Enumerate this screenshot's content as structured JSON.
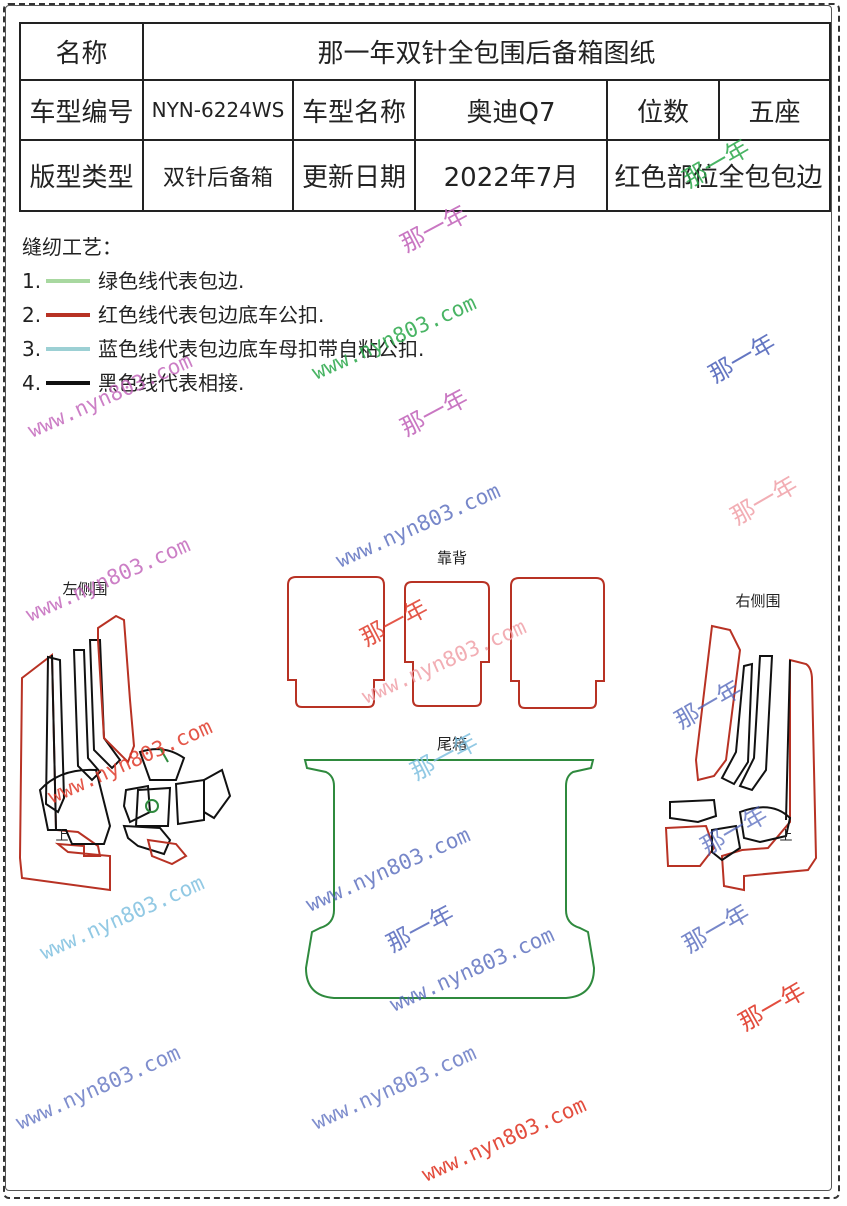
{
  "spec_table": {
    "name_label": "名称",
    "name_value": "那一年双针全包围后备箱图纸",
    "model_code_label": "车型编号",
    "model_code_value": "NYN-6224WS",
    "model_name_label": "车型名称",
    "model_name_value": "奥迪Q7",
    "seats_label": "位数",
    "seats_value": "五座",
    "pattern_type_label": "版型类型",
    "pattern_type_value": "双针后备箱",
    "update_date_label": "更新日期",
    "update_date_value": "2022年7月",
    "color_note": "红色部位全包包边"
  },
  "sewing": {
    "title": "缝纫工艺：",
    "items": [
      {
        "num": "1.",
        "color": "#a8d8a0",
        "text": "绿色线代表包边."
      },
      {
        "num": "2.",
        "color": "#b83224",
        "text": "红色线代表包边底车公扣."
      },
      {
        "num": "3.",
        "color": "#9cd0d4",
        "text": "蓝色线代表包边底车母扣带自粘公扣."
      },
      {
        "num": "4.",
        "color": "#111111",
        "text": "黑色线代表相接."
      }
    ]
  },
  "diagram": {
    "left_side_label": "左侧围",
    "right_side_label": "右侧围",
    "backrest_label": "靠背",
    "trunk_label": "尾箱",
    "mark_up": "上"
  },
  "watermarks": {
    "brand": "那一年",
    "url": "www.nyn803.com"
  },
  "colors": {
    "red_line": "#b83224",
    "green_line": "#2f8a3e",
    "black_line": "#111111",
    "purple_wm": "#c060b8",
    "blue_wm": "#4a5fb8",
    "green_wm": "#2aa84a",
    "red_wm": "#e03a2a",
    "light_blue_wm": "#7fc0e0",
    "pink_wm": "#f0a0a8"
  }
}
